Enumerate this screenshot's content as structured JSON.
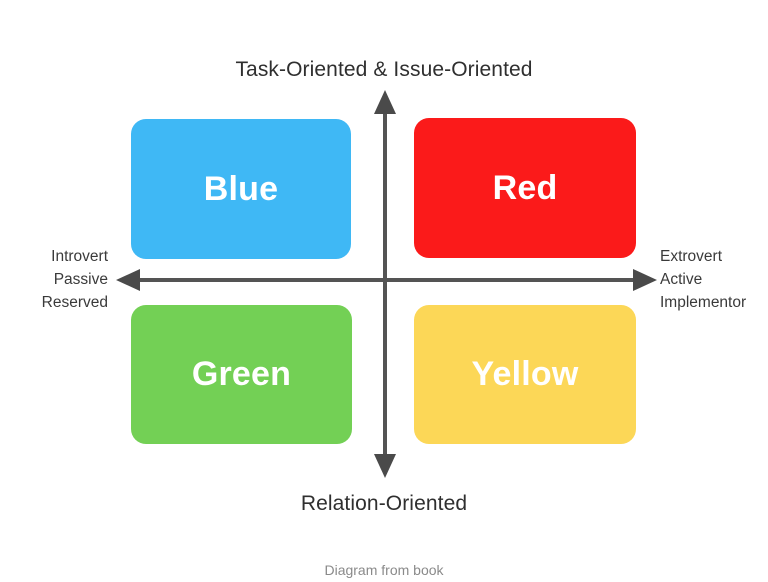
{
  "diagram": {
    "title_top": "Task-Oriented & Issue-Oriented",
    "title_bottom": "Relation-Oriented",
    "left_axis": {
      "line1": "Introvert",
      "line2": "Passive",
      "line3": "Reserved"
    },
    "right_axis": {
      "line1": "Extrovert",
      "line2": "Active",
      "line3": "Implementor"
    },
    "quadrants": [
      {
        "key": "blue",
        "label": "Blue",
        "color": "#3FB8F5",
        "position": "top-left"
      },
      {
        "key": "red",
        "label": "Red",
        "color": "#FB1A1A",
        "position": "top-right"
      },
      {
        "key": "green",
        "label": "Green",
        "color": "#73D055",
        "position": "bottom-left"
      },
      {
        "key": "yellow",
        "label": "Yellow",
        "color": "#FCD757",
        "position": "bottom-right"
      }
    ],
    "axis_color": "#545454",
    "caption": "Diagram from book"
  }
}
